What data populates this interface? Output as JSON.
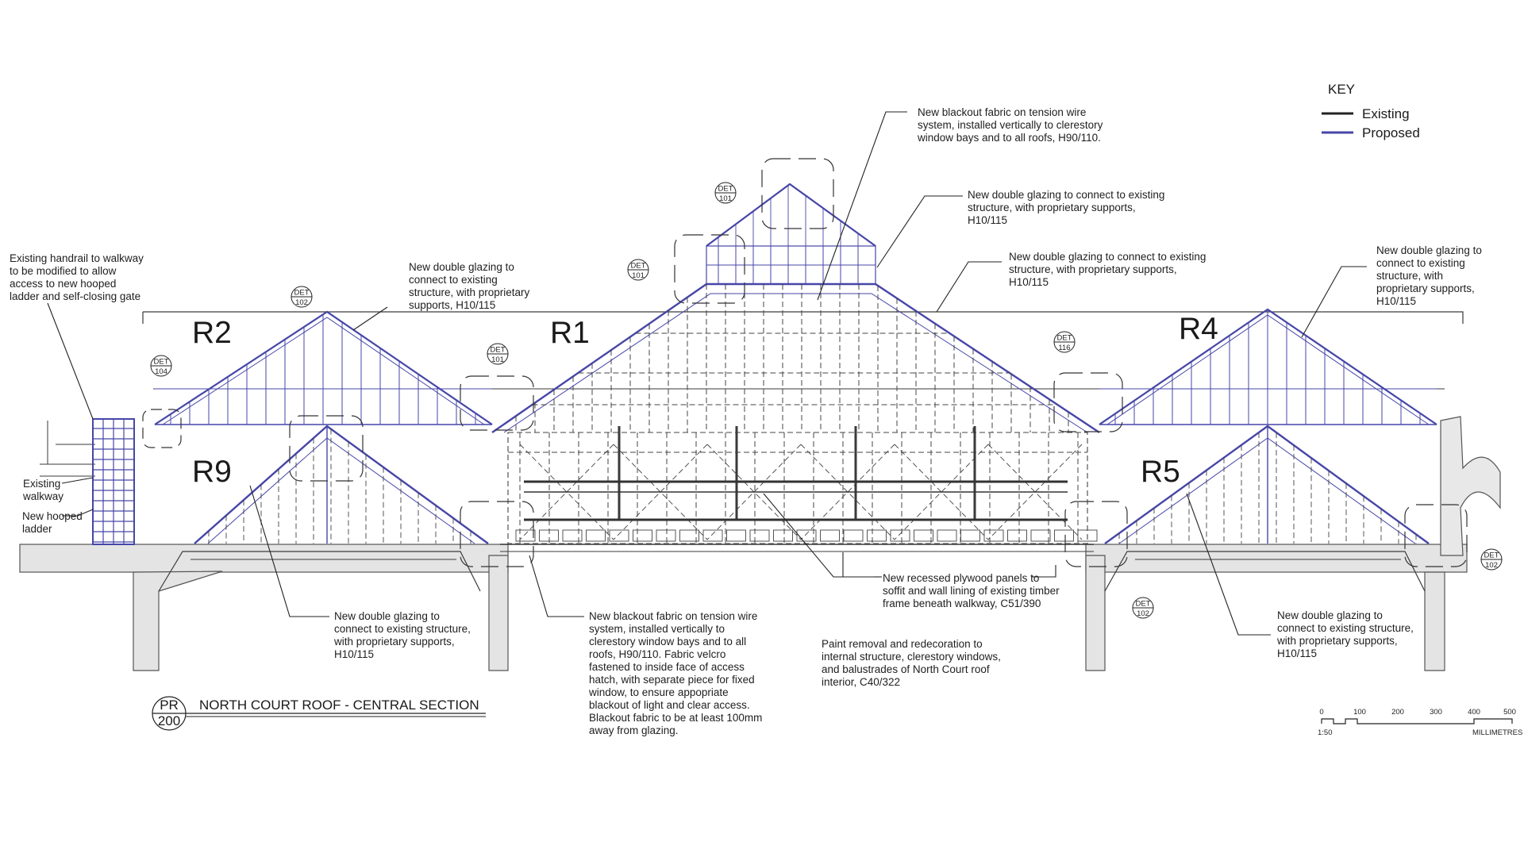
{
  "key": {
    "title": "KEY",
    "existing_label": "Existing",
    "proposed_label": "Proposed",
    "existing_color": "#222222",
    "proposed_color": "#4646a8"
  },
  "zones": [
    "R2",
    "R1",
    "R4",
    "R9",
    "R5"
  ],
  "det_tags": [
    {
      "top": "DET",
      "num": "101"
    },
    {
      "top": "DET",
      "num": "101"
    },
    {
      "top": "DET",
      "num": "101"
    },
    {
      "top": "DET",
      "num": "102"
    },
    {
      "top": "DET",
      "num": "104"
    },
    {
      "top": "DET",
      "num": "116"
    },
    {
      "top": "DET",
      "num": "102"
    },
    {
      "top": "DET",
      "num": "102"
    }
  ],
  "notes": {
    "handrail": [
      "Existing handrail to walkway",
      "to be modified to allow",
      "access to new hooped",
      "ladder and self-closing gate"
    ],
    "walkway": [
      "Existing",
      "walkway"
    ],
    "ladder": [
      "New hooped",
      "ladder"
    ],
    "glazing_r2": [
      "New double glazing to",
      "connect to existing",
      "structure, with proprietary",
      "supports, H10/115"
    ],
    "blackout_top": [
      "New blackout fabric on tension wire",
      "system, installed vertically to clerestory",
      "window bays and to all roofs, H90/110."
    ],
    "glazing_top1": [
      "New double glazing to connect to existing",
      "structure, with proprietary supports,",
      "H10/115"
    ],
    "glazing_top2": [
      "New double glazing to connect to existing",
      "structure, with proprietary supports,",
      "H10/115"
    ],
    "glazing_r4": [
      "New double glazing to",
      "connect to existing",
      "structure, with",
      "proprietary supports,",
      "H10/115"
    ],
    "glazing_r9": [
      "New double glazing to",
      "connect to existing structure,",
      "with proprietary supports,",
      "H10/115"
    ],
    "blackout_bottom": [
      "New blackout fabric on tension wire",
      "system, installed vertically to",
      "clerestory window bays and to all",
      "roofs, H90/110. Fabric velcro",
      "fastened to inside face of access",
      "hatch, with separate piece for fixed",
      "window, to ensure appopriate",
      "blackout of light and clear access.",
      "Blackout fabric to be at least 100mm",
      "away from glazing."
    ],
    "plywood": [
      "New recessed plywood panels to",
      "soffit and wall lining of existing timber",
      "frame beneath walkway, C51/390"
    ],
    "paint": [
      "Paint removal and redecoration to",
      "internal structure, clerestory windows,",
      "and balustrades of North Court roof",
      "interior, C40/322"
    ],
    "glazing_r5": [
      "New double glazing to",
      "connect to existing structure,",
      "with proprietary supports,",
      "H10/115"
    ]
  },
  "title_block": {
    "code_top": "PR",
    "code_bottom": "200",
    "title": "NORTH COURT ROOF - CENTRAL SECTION"
  },
  "scale_bar": {
    "ticks": [
      "0",
      "100",
      "200",
      "300",
      "400",
      "500"
    ],
    "ratio": "1:50",
    "unit": "MILLIMETRES"
  }
}
